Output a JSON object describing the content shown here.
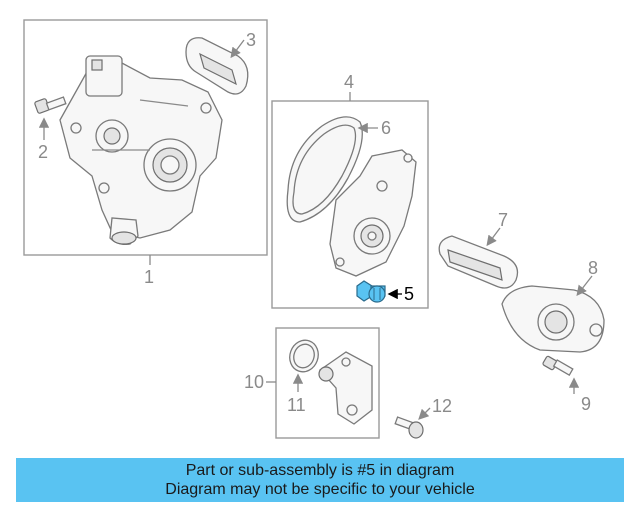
{
  "callouts": {
    "c1": "1",
    "c2": "2",
    "c3": "3",
    "c4": "4",
    "c5": "5",
    "c6": "6",
    "c7": "7",
    "c8": "8",
    "c9": "9",
    "c10": "10",
    "c11": "11",
    "c12": "12"
  },
  "highlight_color": "#59c3f2",
  "caption": {
    "line1": "Part or sub-assembly is #5 in diagram",
    "line2": "Diagram may not be specific to your vehicle"
  }
}
